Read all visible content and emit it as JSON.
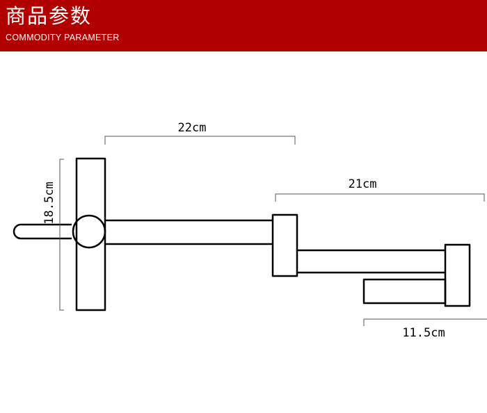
{
  "header": {
    "title": "商品参数",
    "subtitle": "COMMODITY PARAMETER",
    "background_color": "#b00000"
  },
  "dimensions": {
    "arm_length": "22cm",
    "second_arm_length": "21cm",
    "spout_length": "11.5cm",
    "plate_height": "18.5cm"
  }
}
